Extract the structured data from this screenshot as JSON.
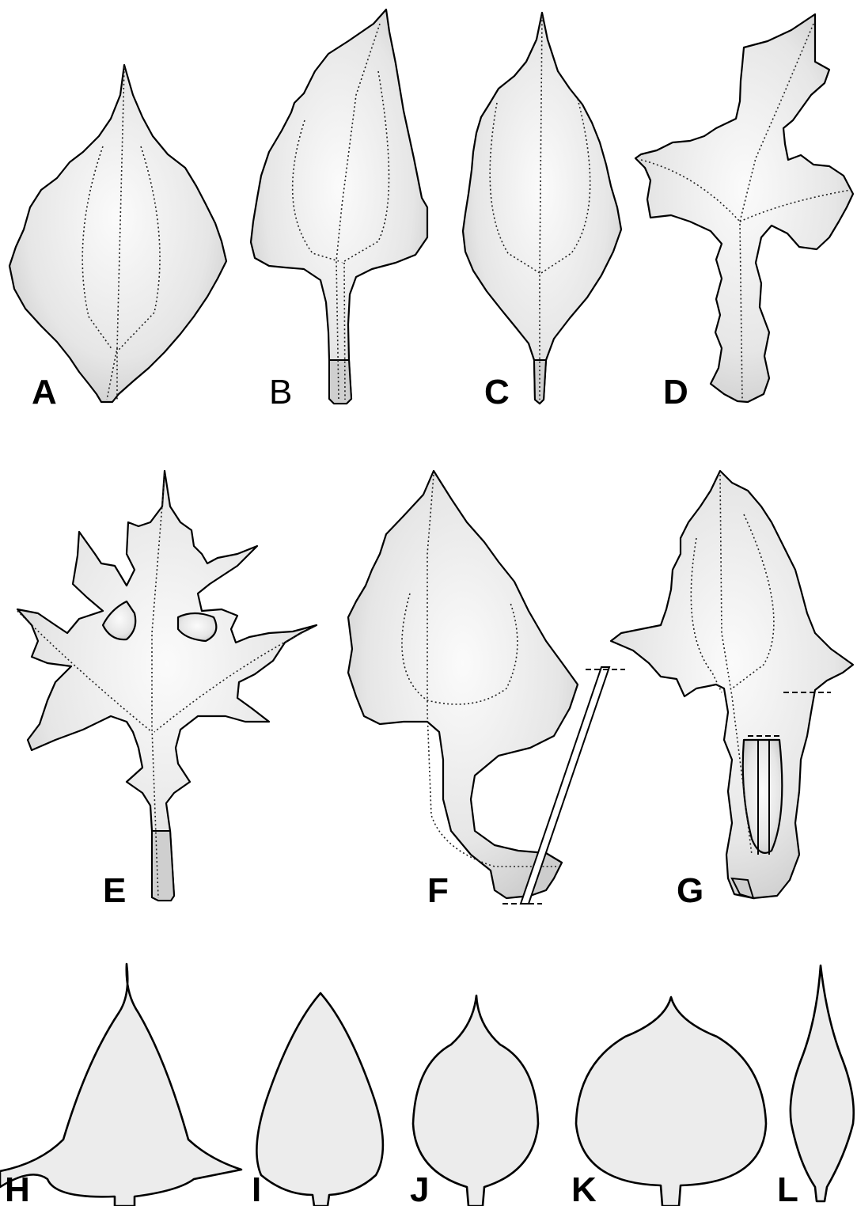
{
  "figure": {
    "panels": [
      {
        "id": "A",
        "label": "A"
      },
      {
        "id": "B",
        "label": "B"
      },
      {
        "id": "C",
        "label": "C"
      },
      {
        "id": "D",
        "label": "D"
      },
      {
        "id": "E",
        "label": "E"
      },
      {
        "id": "F",
        "label": "F"
      },
      {
        "id": "G",
        "label": "G"
      },
      {
        "id": "H",
        "label": "H"
      },
      {
        "id": "I",
        "label": "I"
      },
      {
        "id": "J",
        "label": "J"
      },
      {
        "id": "K",
        "label": "K"
      },
      {
        "id": "L",
        "label": "L"
      }
    ],
    "colors": {
      "outline": "#000000",
      "fill_light": "#f6f6f6",
      "fill_dark": "#cdcdcd"
    }
  }
}
